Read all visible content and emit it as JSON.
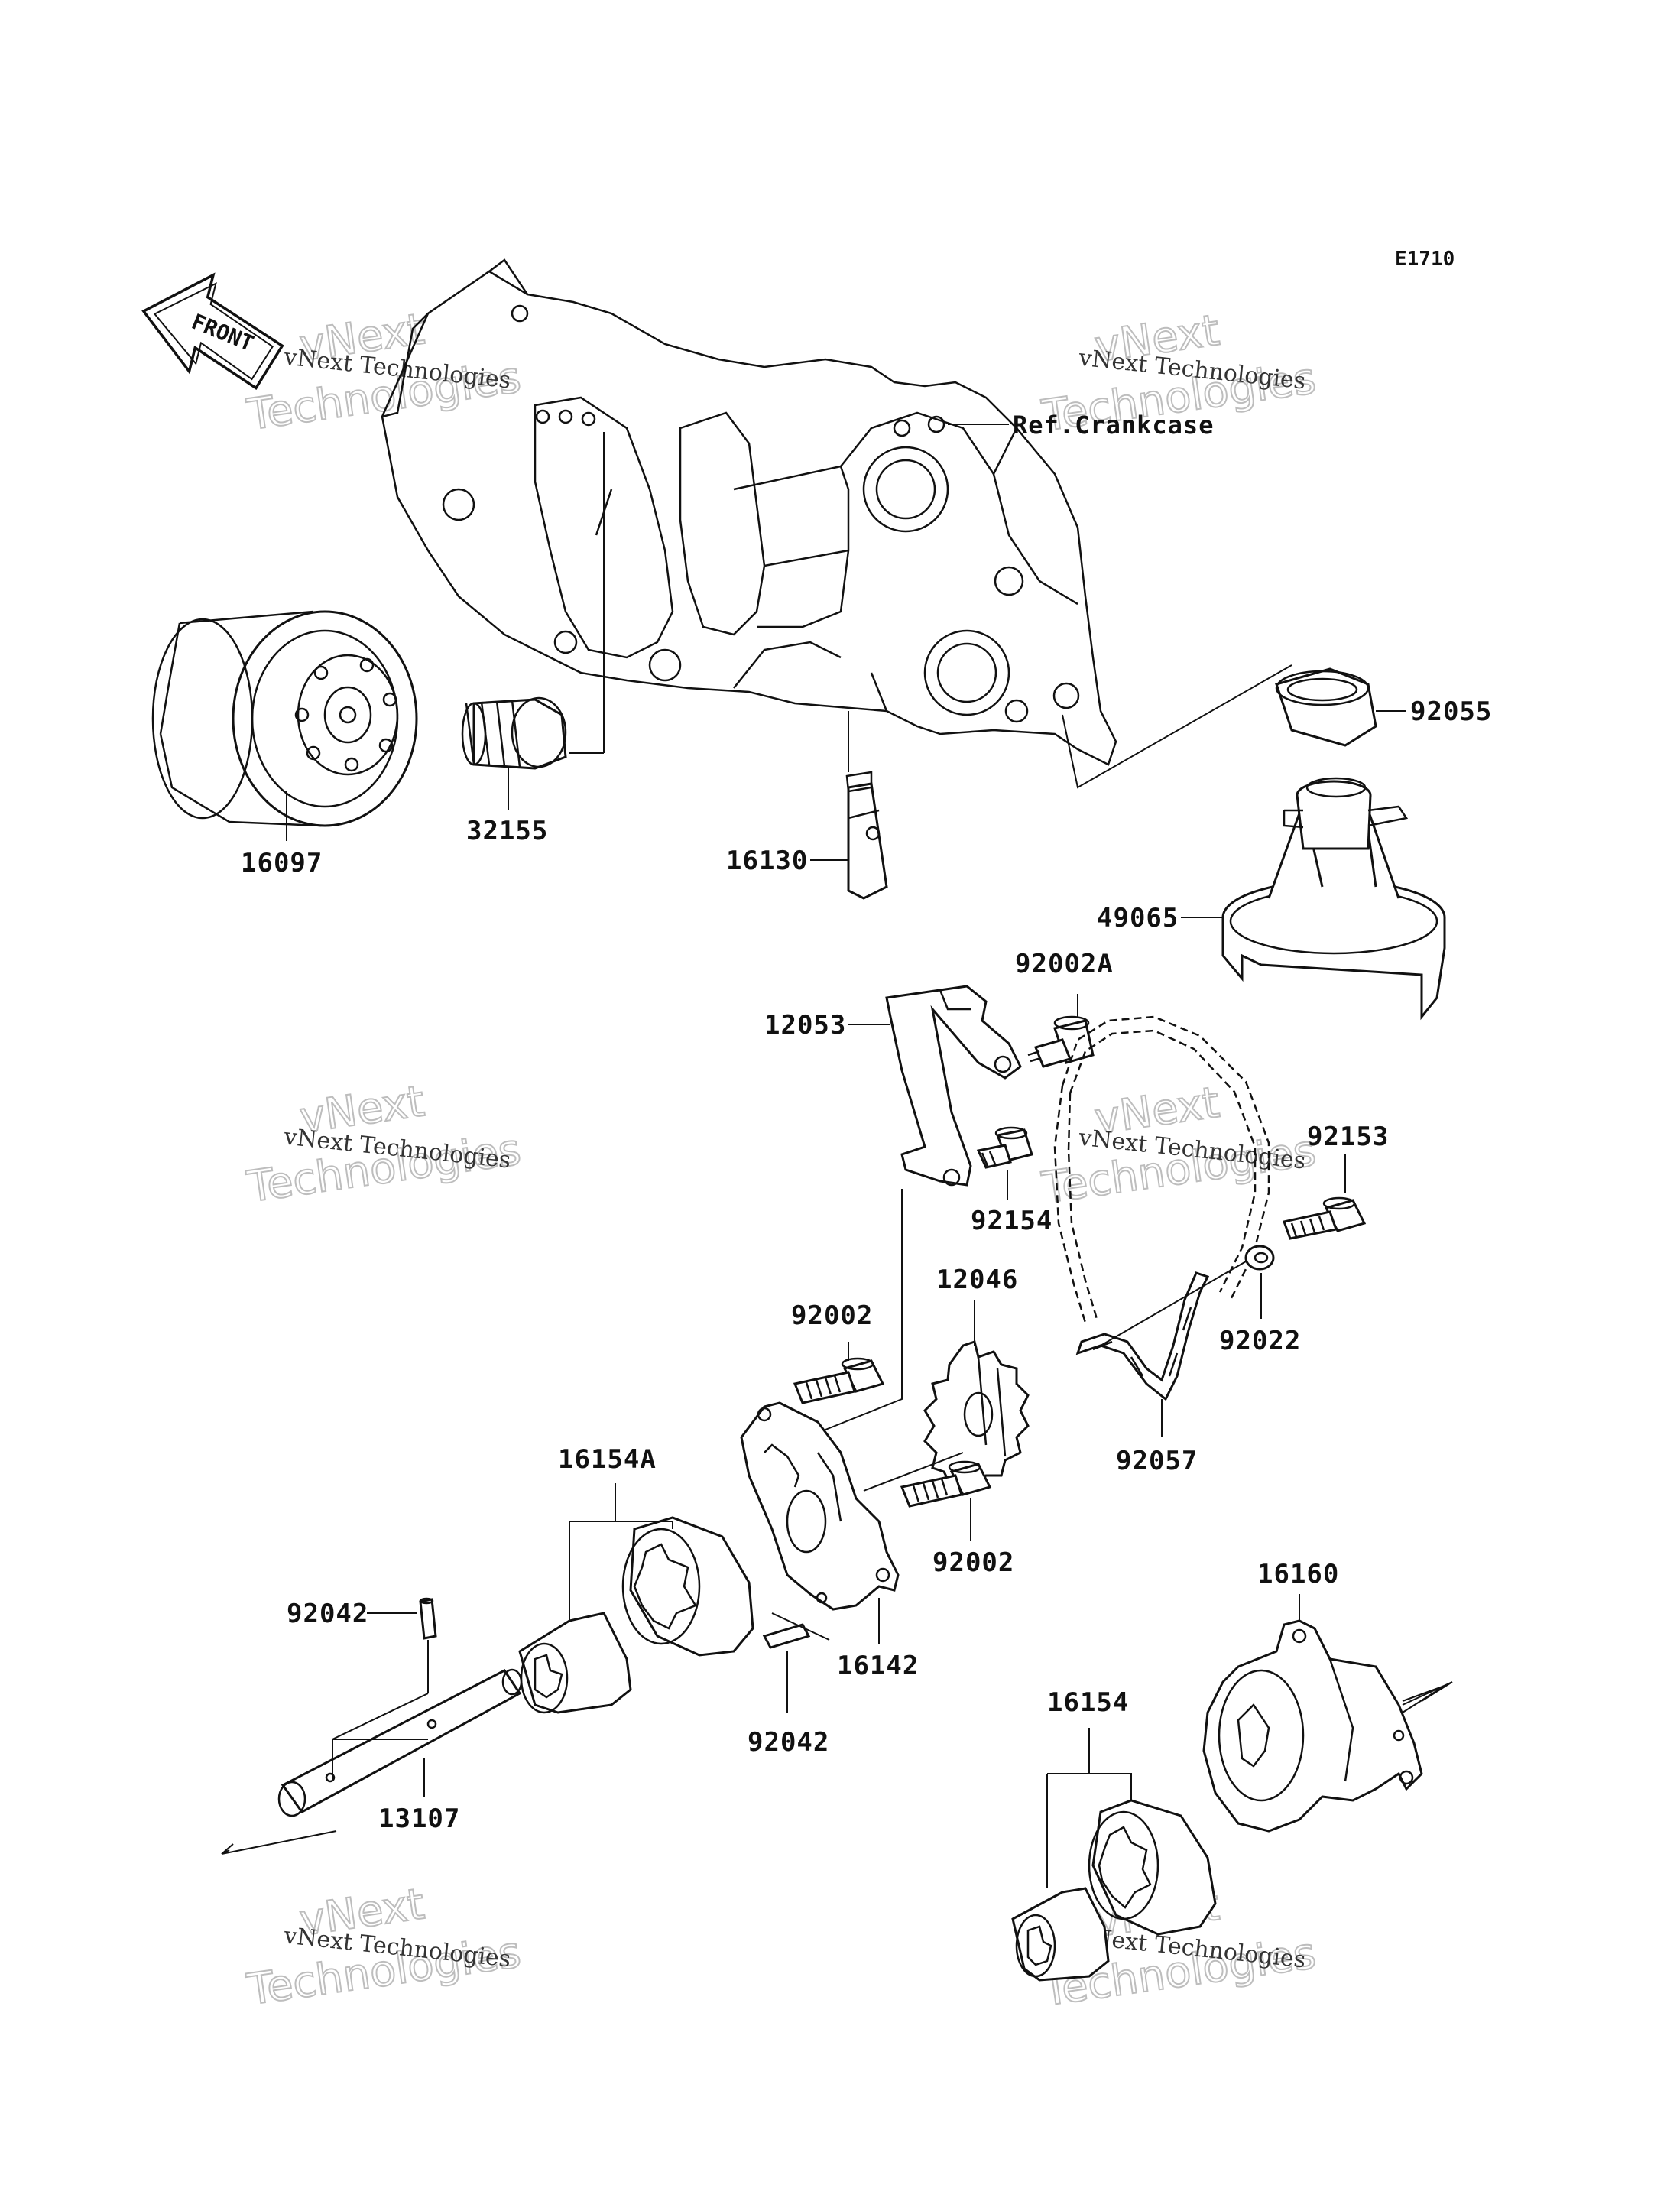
{
  "diagram_code": "E1710",
  "front_marker": "FRONT",
  "reference": "Ref.Crankcase",
  "watermark": {
    "small": "vNext Technologies",
    "big_line1": "vNext",
    "big_line2": "Technologies"
  },
  "parts": {
    "p16097": "16097",
    "p32155": "32155",
    "p16130": "16130",
    "p92055": "92055",
    "p49065": "49065",
    "p92002A": "92002A",
    "p12053": "12053",
    "p92153": "92153",
    "p92154": "92154",
    "p12046": "12046",
    "p92002a": "92002",
    "p92022": "92022",
    "p16154A": "16154A",
    "p92057": "92057",
    "p92002b": "92002",
    "p16160": "16160",
    "p92042a": "92042",
    "p16142": "16142",
    "p16154": "16154",
    "p92042b": "92042",
    "p13107": "13107"
  }
}
